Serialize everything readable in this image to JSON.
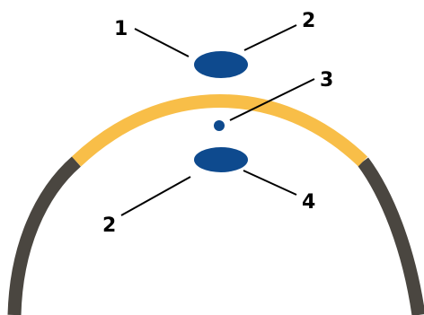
{
  "colors": {
    "arc_highlight": "#F8BE48",
    "arc_base": "#4A4640",
    "marker_fill": "#0E4A8E",
    "leader_line": "#000000"
  },
  "labels": {
    "top_left": "1",
    "top_right": "2",
    "center_right": "3",
    "bottom_left": "2",
    "bottom_right": "4"
  }
}
